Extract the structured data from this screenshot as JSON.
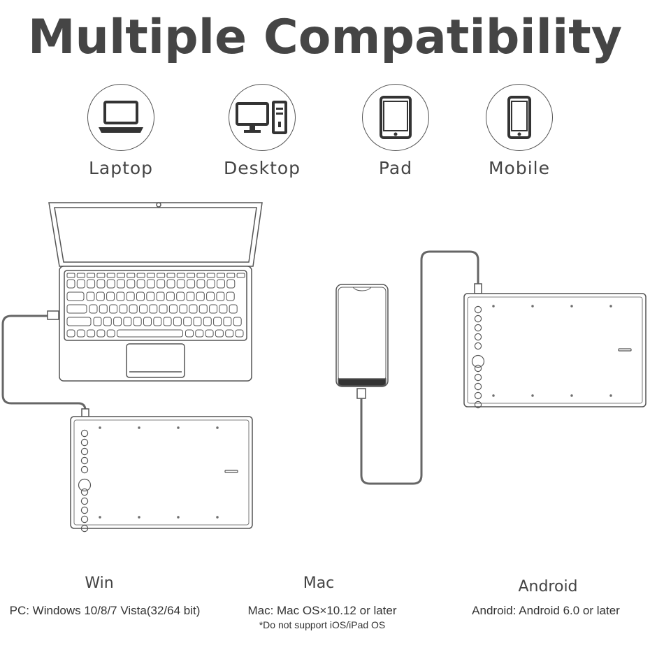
{
  "heading": {
    "title": "Multiple Compatibility"
  },
  "devices": [
    {
      "label": "Laptop",
      "icon": "laptop-icon"
    },
    {
      "label": "Desktop",
      "icon": "desktop-icon"
    },
    {
      "label": "Pad",
      "icon": "tablet-icon"
    },
    {
      "label": "Mobile",
      "icon": "mobile-icon"
    }
  ],
  "systems": {
    "win": {
      "title": "Win",
      "requirement": "PC: Windows 10/8/7 Vista(32/64 bit)"
    },
    "mac": {
      "title": "Mac",
      "requirement": "Mac: Mac OS×10.12 or later",
      "note": "*Do not support iOS/iPad OS"
    },
    "android": {
      "title": "Android",
      "requirement": "Android: Android 6.0 or later"
    }
  },
  "colors": {
    "title": "#454545",
    "line": "#555555",
    "cable": "#666666"
  }
}
